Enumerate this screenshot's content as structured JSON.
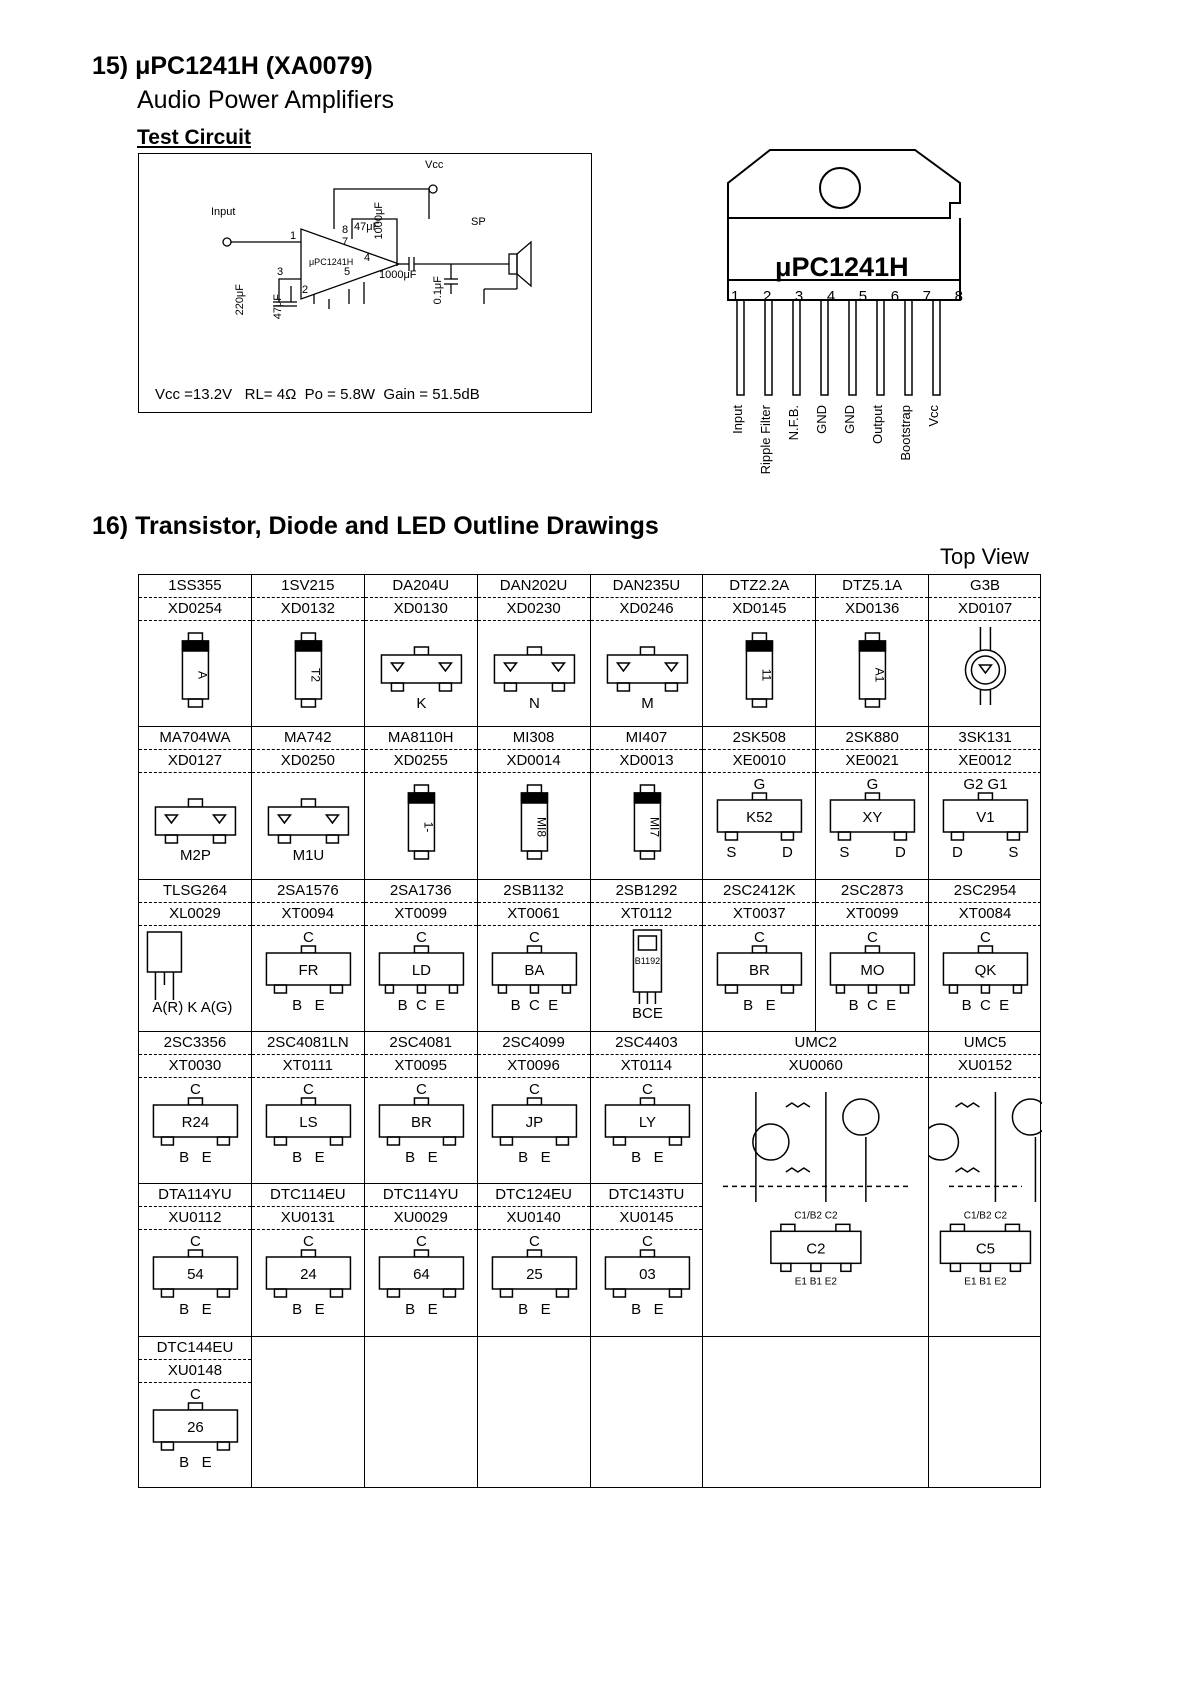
{
  "section15": {
    "heading": "15) μPC1241H (XA0079)",
    "subheading": "Audio Power Amplifiers",
    "test_circuit_title": "Test Circuit",
    "circuit_labels": {
      "vcc": "Vcc",
      "input": "Input",
      "sp": "SP",
      "chip": "μPC1241H",
      "c_bootstrap": "47μF",
      "c_supply": "1000μF",
      "c_out": "1000μF",
      "c_bypass": "0.1μF",
      "c_ripple": "220μF",
      "c_nfb": "47μF",
      "pin1": "1",
      "pin2": "2",
      "pin3": "3",
      "pin4": "4",
      "pin5": "5",
      "pin7": "7",
      "pin8": "8"
    },
    "specs": "Vcc =13.2V   RL= 4Ω  Po = 5.8W  Gain = 51.5dB",
    "package_label": "μPC1241H",
    "pin_numbers": [
      "1",
      "2",
      "3",
      "4",
      "5",
      "6",
      "7",
      "8"
    ],
    "pin_names": [
      "Input",
      "Ripple Filter",
      "N.F.B.",
      "GND",
      "GND",
      "Output",
      "Bootstrap",
      "Vcc"
    ]
  },
  "section16": {
    "heading": "16) Transistor, Diode and LED Outline Drawings",
    "view_label": "Top View",
    "rows": [
      [
        {
          "pn": "1SS355",
          "code": "XD0254",
          "mark": "A",
          "kind": "diode-v"
        },
        {
          "pn": "1SV215",
          "code": "XD0132",
          "mark": "T2",
          "kind": "diode-v"
        },
        {
          "pn": "DA204U",
          "code": "XD0130",
          "mark": "K",
          "kind": "dual"
        },
        {
          "pn": "DAN202U",
          "code": "XD0230",
          "mark": "N",
          "kind": "dual"
        },
        {
          "pn": "DAN235U",
          "code": "XD0246",
          "mark": "M",
          "kind": "dual"
        },
        {
          "pn": "DTZ2.2A",
          "code": "XD0145",
          "mark": "11",
          "kind": "diode-v"
        },
        {
          "pn": "DTZ5.1A",
          "code": "XD0136",
          "mark": "A1",
          "kind": "diode-v"
        },
        {
          "pn": "G3B",
          "code": "XD0107",
          "mark": "",
          "kind": "led"
        }
      ],
      [
        {
          "pn": "MA704WA",
          "code": "XD0127",
          "mark": "M2P",
          "kind": "dual"
        },
        {
          "pn": "MA742",
          "code": "XD0250",
          "mark": "M1U",
          "kind": "dual"
        },
        {
          "pn": "MA8110H",
          "code": "XD0255",
          "mark": "1-",
          "kind": "diode-v"
        },
        {
          "pn": "MI308",
          "code": "XD0014",
          "mark": "MI8",
          "kind": "diode-v"
        },
        {
          "pn": "MI407",
          "code": "XD0013",
          "mark": "MI7",
          "kind": "diode-v"
        },
        {
          "pn": "2SK508",
          "code": "XE0010",
          "mark": "K52",
          "kind": "fet",
          "top": "G",
          "b1": "S",
          "b2": "D"
        },
        {
          "pn": "2SK880",
          "code": "XE0021",
          "mark": "XY",
          "kind": "fet",
          "top": "G",
          "b1": "S",
          "b2": "D"
        },
        {
          "pn": "3SK131",
          "code": "XE0012",
          "mark": "V1",
          "kind": "fet4",
          "top": "G2  G1",
          "b1": "D",
          "b2": "S"
        }
      ],
      [
        {
          "pn": "TLSG264",
          "code": "XL0029",
          "mark": "A(R) K A(G)",
          "kind": "ledrect"
        },
        {
          "pn": "2SA1576",
          "code": "XT0094",
          "mark": "FR",
          "kind": "tr",
          "top": "C",
          "b": "B   E"
        },
        {
          "pn": "2SA1736",
          "code": "XT0099",
          "mark": "LD",
          "kind": "tr3",
          "top": "C",
          "b": "B  C  E"
        },
        {
          "pn": "2SB1132",
          "code": "XT0061",
          "mark": "BA",
          "kind": "tr3",
          "top": "C",
          "b": "B  C  E"
        },
        {
          "pn": "2SB1292",
          "code": "XT0112",
          "mark": "B1192",
          "kind": "to92",
          "top": "",
          "b": "BCE"
        },
        {
          "pn": "2SC2412K",
          "code": "XT0037",
          "mark": "BR",
          "kind": "tr",
          "top": "C",
          "b": "B   E"
        },
        {
          "pn": "2SC2873",
          "code": "XT0099",
          "mark": "MO",
          "kind": "tr3",
          "top": "C",
          "b": "B  C  E"
        },
        {
          "pn": "2SC2954",
          "code": "XT0084",
          "mark": "QK",
          "kind": "tr3",
          "top": "C",
          "b": "B  C  E"
        }
      ],
      [
        {
          "pn": "2SC3356",
          "code": "XT0030",
          "mark": "R24",
          "kind": "tr",
          "top": "C",
          "b": "B   E"
        },
        {
          "pn": "2SC4081LN",
          "code": "XT0111",
          "mark": "LS",
          "kind": "tr",
          "top": "C",
          "b": "B   E"
        },
        {
          "pn": "2SC4081",
          "code": "XT0095",
          "mark": "BR",
          "kind": "tr",
          "top": "C",
          "b": "B   E"
        },
        {
          "pn": "2SC4099",
          "code": "XT0096",
          "mark": "JP",
          "kind": "tr",
          "top": "C",
          "b": "B   E"
        },
        {
          "pn": "2SC4403",
          "code": "XT0114",
          "mark": "LY",
          "kind": "tr",
          "top": "C",
          "b": "B   E"
        }
      ],
      [
        {
          "pn": "DTA114YU",
          "code": "XU0112",
          "mark": "54",
          "kind": "tr",
          "top": "C",
          "b": "B   E"
        },
        {
          "pn": "DTC114EU",
          "code": "XU0131",
          "mark": "24",
          "kind": "tr",
          "top": "C",
          "b": "B   E"
        },
        {
          "pn": "DTC114YU",
          "code": "XU0029",
          "mark": "64",
          "kind": "tr",
          "top": "C",
          "b": "B   E"
        },
        {
          "pn": "DTC124EU",
          "code": "XU0140",
          "mark": "25",
          "kind": "tr",
          "top": "C",
          "b": "B   E"
        },
        {
          "pn": "DTC143TU",
          "code": "XU0145",
          "mark": "03",
          "kind": "tr",
          "top": "C",
          "b": "B   E"
        }
      ],
      [
        {
          "pn": "DTC144EU",
          "code": "XU0148",
          "mark": "26",
          "kind": "tr",
          "top": "C",
          "b": "B   E"
        }
      ]
    ],
    "umc": [
      {
        "pn": "UMC2",
        "code": "XU0060",
        "mark": "C2",
        "top": "C1/B2     C2",
        "bottom": "E1   B1   E2"
      },
      {
        "pn": "UMC5",
        "code": "XU0152",
        "mark": "C5",
        "top": "C1/B2     C2",
        "bottom": "E1   B1   E2"
      }
    ]
  }
}
